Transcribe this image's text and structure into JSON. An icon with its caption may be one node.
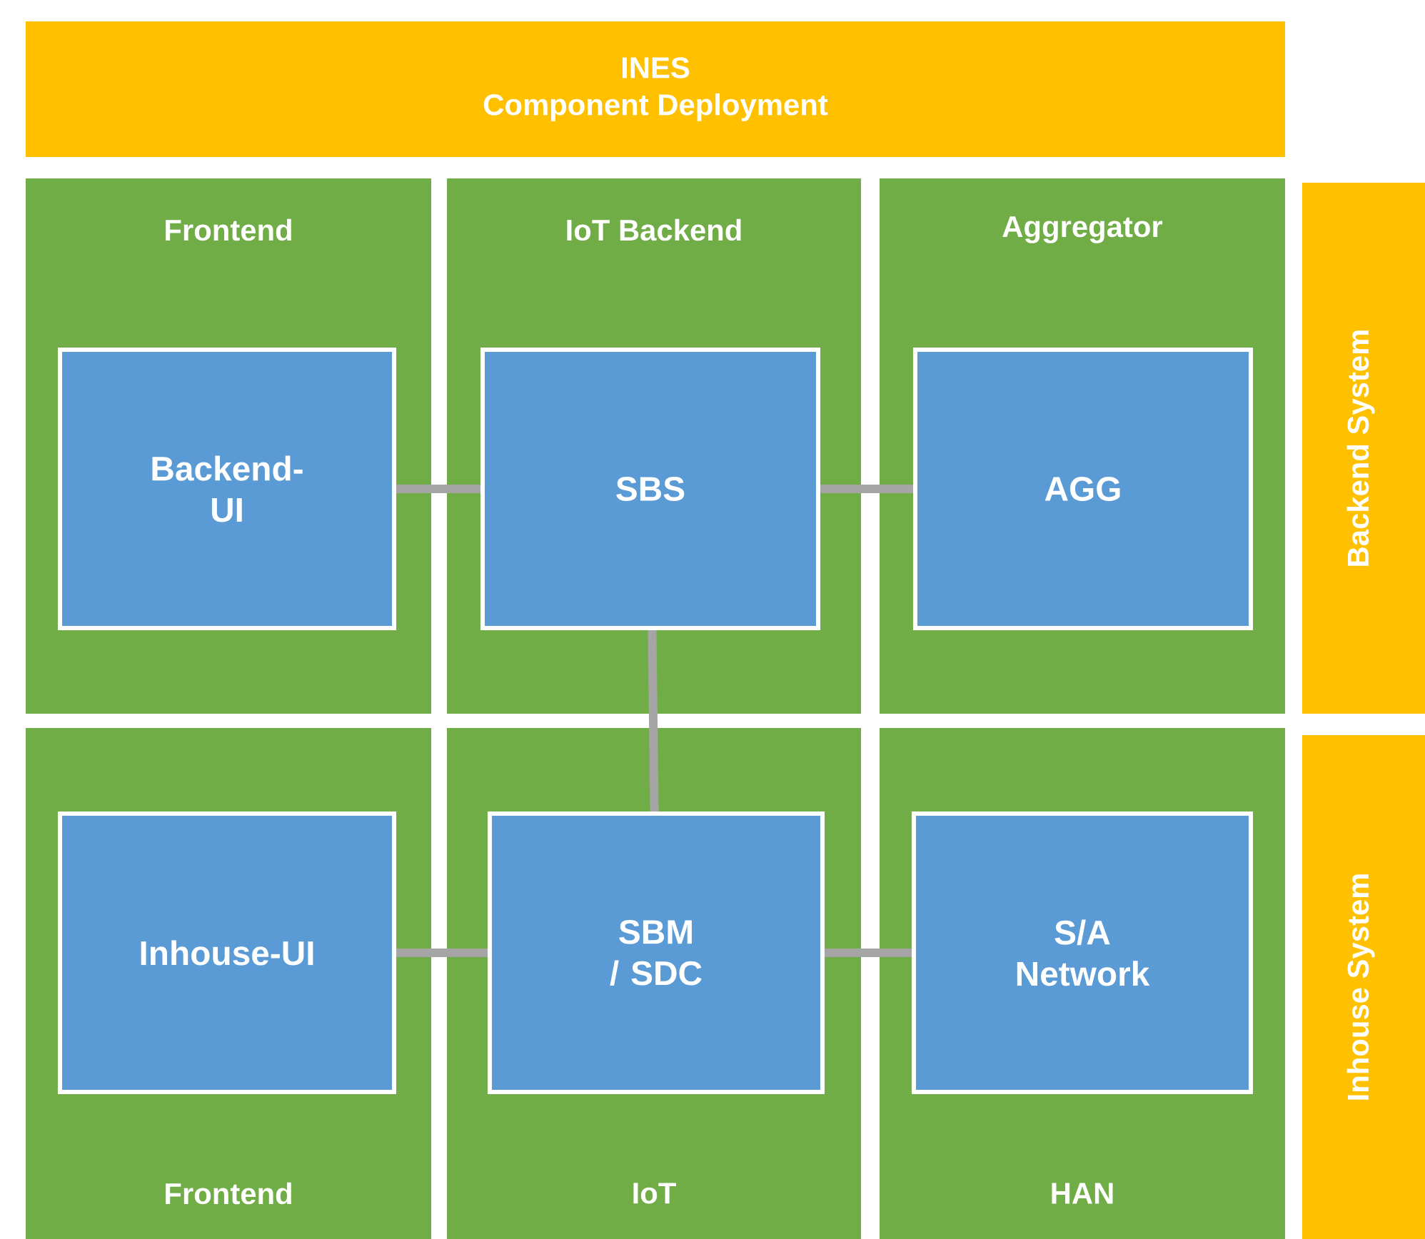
{
  "diagram": {
    "nodes": [
      {
        "text": [
          "INES",
          "Component Deployment"
        ]
      },
      {
        "text": [
          "Frontend"
        ]
      },
      {
        "text": [
          "IoT Backend"
        ]
      },
      {
        "text": [
          "Aggregator"
        ]
      },
      {
        "text": [
          "Backend-UI"
        ],
        "in": 1
      },
      {
        "text": [
          "SBS"
        ],
        "in": 2
      },
      {
        "text": [
          "AGG"
        ],
        "in": 3
      },
      {
        "text": [
          "Frontend"
        ]
      },
      {
        "text": [
          "IoT"
        ]
      },
      {
        "text": [
          "HAN"
        ]
      },
      {
        "text": [
          "Inhouse-UI"
        ],
        "in": 7
      },
      {
        "text": [
          "SBM / SDC"
        ],
        "in": 8
      },
      {
        "text": [
          "S/A Network"
        ],
        "in": 9
      },
      {
        "text": [
          "Backend System"
        ]
      },
      {
        "text": [
          "Inhouse System"
        ]
      }
    ],
    "edges": [
      {
        "from": 4,
        "to": 5,
        "arrow": "none"
      },
      {
        "from": 5,
        "to": 6,
        "arrow": "none"
      },
      {
        "from": 5,
        "to": 11,
        "arrow": "none"
      },
      {
        "from": 10,
        "to": 11,
        "arrow": "none"
      },
      {
        "from": 11,
        "to": 12,
        "arrow": "none"
      }
    ]
  }
}
